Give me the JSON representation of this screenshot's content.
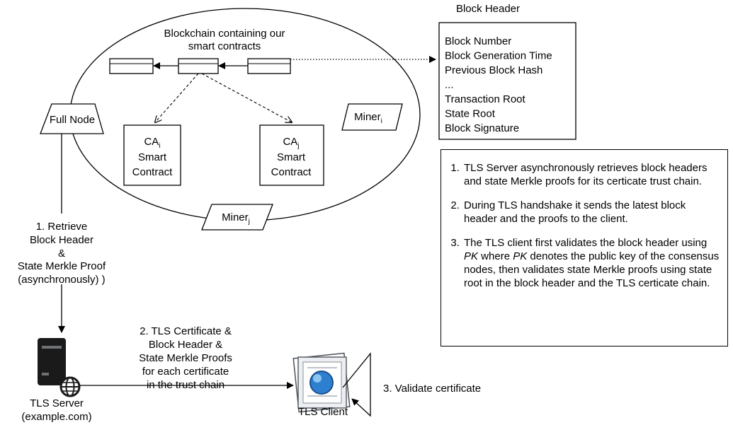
{
  "blockchain": {
    "label_line1": "Blockchain containing our",
    "label_line2": "smart contracts"
  },
  "block_header": {
    "title": "Block Header",
    "fields": [
      "Block Number",
      "Block Generation Time",
      "Previous Block Hash",
      "...",
      "Transaction Root",
      "State Root",
      "Block Signature"
    ]
  },
  "nodes": {
    "full_node": "Full Node",
    "miner_base": "Miner",
    "miner_i_sub": "i",
    "miner_j_sub": "j",
    "ca_base": "CA",
    "ca_i_sub": "i",
    "ca_j_sub": "j",
    "smart": "Smart",
    "contract": "Contract"
  },
  "steps": {
    "retrieve": [
      "1. Retrieve",
      "Block Header",
      "&",
      "State Merkle Proof",
      "(asynchronously) )"
    ],
    "send": [
      "2. TLS Certificate &",
      "Block Header &",
      "State Merkle Proofs",
      "for each certificate",
      "in the trust chain"
    ],
    "validate": "3. Validate  certificate"
  },
  "server": {
    "label": "TLS Server",
    "domain": "(example.com)"
  },
  "client": {
    "label": "TLS Client"
  },
  "notes": {
    "n1": "TLS Server asynchronously retrieves block headers and state Merkle proofs for its certicate trust chain.",
    "n2": "During TLS handshake it sends the latest block header and the proofs to the client.",
    "n3_a": "The TLS client first validates the block header using ",
    "pk": "PK",
    "n3_b": " where ",
    "n3_c": " denotes the public key of the consensus nodes, then validates state Merkle proofs using state root in the block header and the TLS certicate chain."
  }
}
